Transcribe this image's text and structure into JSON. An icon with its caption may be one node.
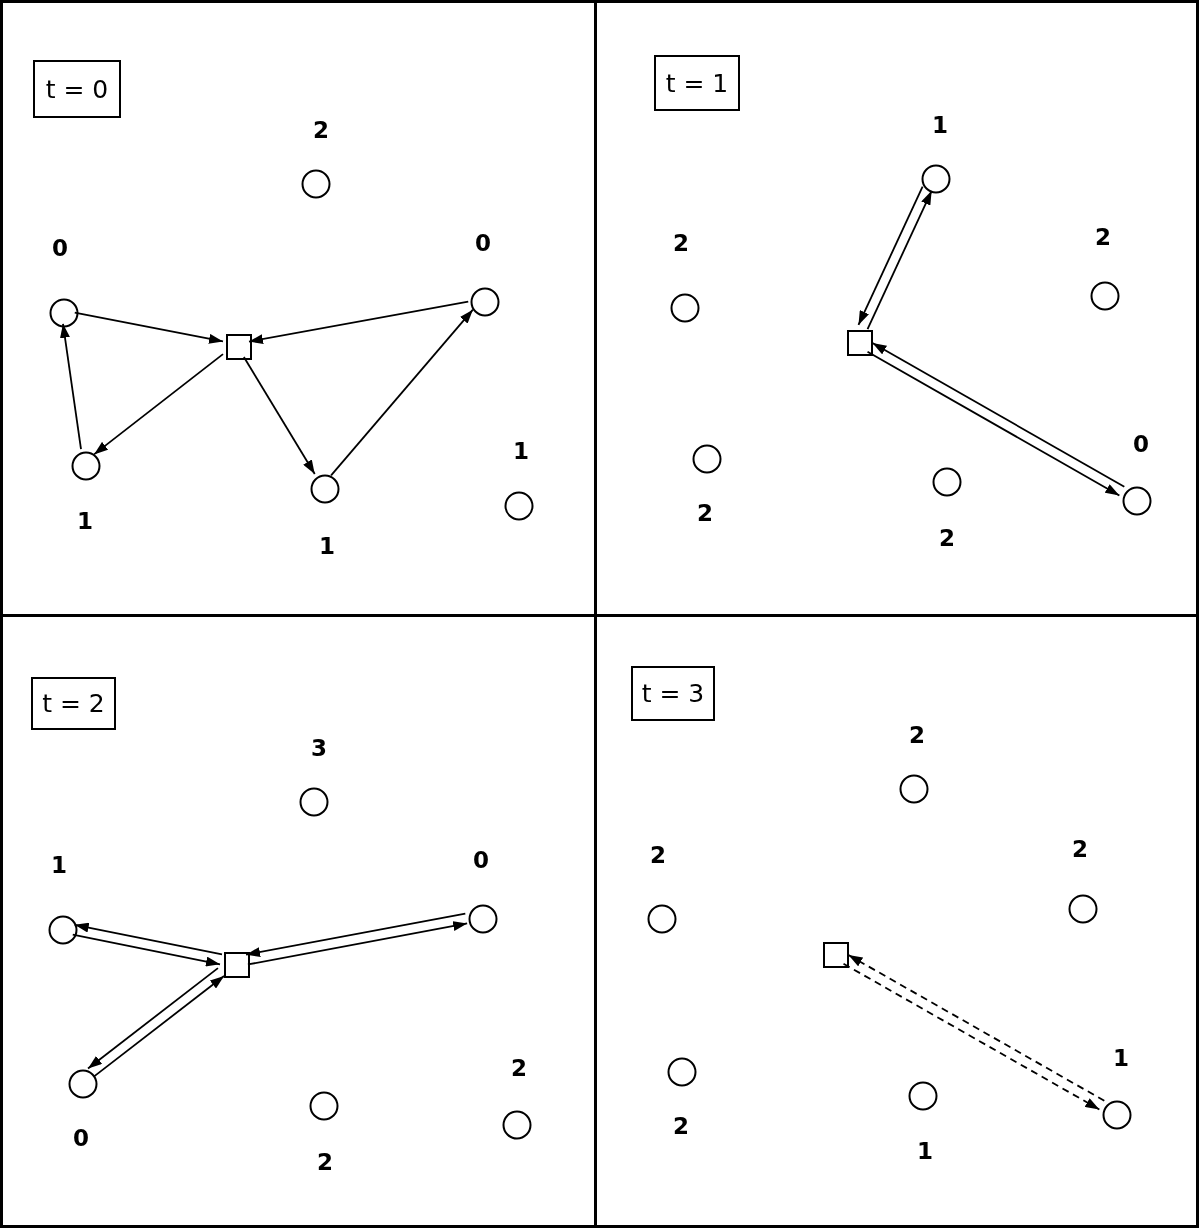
{
  "diagram": {
    "nodes": [
      {
        "text": [],
        "shape": "box"
      },
      {
        "text": [
          "t = 0"
        ],
        "in": 0
      },
      {
        "text": [],
        "shape": "box",
        "in": 0
      },
      {
        "text": [],
        "shape": "circle",
        "in": 0,
        "beside": [
          "0"
        ]
      },
      {
        "text": [],
        "shape": "circle",
        "in": 0,
        "beside": [
          "2"
        ]
      },
      {
        "text": [],
        "shape": "circle",
        "in": 0,
        "beside": [
          "0"
        ]
      },
      {
        "text": [],
        "shape": "circle",
        "in": 0,
        "beside": [
          "1"
        ]
      },
      {
        "text": [],
        "shape": "circle",
        "in": 0,
        "beside": [
          "1"
        ]
      },
      {
        "text": [],
        "shape": "circle",
        "in": 0,
        "beside": [
          "1"
        ]
      },
      {
        "text": [],
        "shape": "box"
      },
      {
        "text": [
          "t = 1"
        ],
        "in": 9
      },
      {
        "text": [],
        "shape": "box",
        "in": 9
      },
      {
        "text": [],
        "shape": "circle",
        "in": 9,
        "beside": [
          "1"
        ]
      },
      {
        "text": [],
        "shape": "circle",
        "in": 9,
        "beside": [
          "2"
        ]
      },
      {
        "text": [],
        "shape": "circle",
        "in": 9,
        "beside": [
          "2"
        ]
      },
      {
        "text": [],
        "shape": "circle",
        "in": 9,
        "beside": [
          "2"
        ]
      },
      {
        "text": [],
        "shape": "circle",
        "in": 9,
        "beside": [
          "2"
        ]
      },
      {
        "text": [],
        "shape": "circle",
        "in": 9,
        "beside": [
          "0"
        ]
      },
      {
        "text": [],
        "shape": "box"
      },
      {
        "text": [
          "t = 2"
        ],
        "in": 18
      },
      {
        "text": [],
        "shape": "box",
        "in": 18
      },
      {
        "text": [],
        "shape": "circle",
        "in": 18,
        "beside": [
          "3"
        ]
      },
      {
        "text": [],
        "shape": "circle",
        "in": 18,
        "beside": [
          "1"
        ]
      },
      {
        "text": [],
        "shape": "circle",
        "in": 18,
        "beside": [
          "0"
        ]
      },
      {
        "text": [],
        "shape": "circle",
        "in": 18,
        "beside": [
          "0"
        ]
      },
      {
        "text": [],
        "shape": "circle",
        "in": 18,
        "beside": [
          "2"
        ]
      },
      {
        "text": [],
        "shape": "circle",
        "in": 18,
        "beside": [
          "2"
        ]
      },
      {
        "text": [],
        "shape": "box"
      },
      {
        "text": [
          "t = 3"
        ],
        "in": 27
      },
      {
        "text": [],
        "shape": "box",
        "in": 27
      },
      {
        "text": [],
        "shape": "circle",
        "in": 27,
        "beside": [
          "2"
        ]
      },
      {
        "text": [],
        "shape": "circle",
        "in": 27,
        "beside": [
          "2"
        ]
      },
      {
        "text": [],
        "shape": "circle",
        "in": 27,
        "beside": [
          "2"
        ]
      },
      {
        "text": [],
        "shape": "circle",
        "in": 27,
        "beside": [
          "2"
        ]
      },
      {
        "text": [],
        "shape": "circle",
        "in": 27,
        "beside": [
          "1"
        ]
      },
      {
        "text": [],
        "shape": "circle",
        "in": 27,
        "beside": [
          "1"
        ]
      }
    ],
    "edges": [
      {
        "from": 3,
        "to": 2,
        "arrow": "to"
      },
      {
        "from": 5,
        "to": 2,
        "arrow": "to"
      },
      {
        "from": 2,
        "to": 6,
        "arrow": "to"
      },
      {
        "from": 2,
        "to": 7,
        "arrow": "to"
      },
      {
        "from": 7,
        "to": 5,
        "arrow": "to"
      },
      {
        "from": 6,
        "to": 3,
        "arrow": "to"
      },
      {
        "from": 12,
        "to": 11,
        "arrow": "to"
      },
      {
        "from": 11,
        "to": 12,
        "arrow": "to"
      },
      {
        "from": 17,
        "to": 11,
        "arrow": "to"
      },
      {
        "from": 11,
        "to": 17,
        "arrow": "to"
      },
      {
        "from": 22,
        "to": 20,
        "arrow": "to"
      },
      {
        "from": 20,
        "to": 22,
        "arrow": "to"
      },
      {
        "from": 23,
        "to": 20,
        "arrow": "to"
      },
      {
        "from": 20,
        "to": 23,
        "arrow": "to"
      },
      {
        "from": 24,
        "to": 20,
        "arrow": "to"
      },
      {
        "from": 20,
        "to": 24,
        "arrow": "to"
      },
      {
        "from": 35,
        "to": 29,
        "arrow": "to",
        "style": "dashed"
      },
      {
        "from": 29,
        "to": 35,
        "arrow": "to",
        "style": "dashed"
      }
    ]
  }
}
